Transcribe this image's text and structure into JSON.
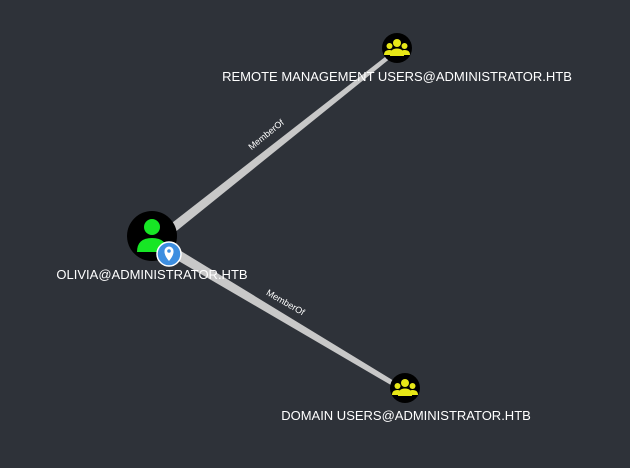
{
  "graph": {
    "nodes": {
      "user": {
        "label": "OLIVIA@ADMINISTRATOR.HTB",
        "type": "user",
        "icon": "user-icon",
        "badge_icon": "map-marker-icon",
        "circle_color": "#000000",
        "icon_color": "#17e625",
        "badge_color": "#3d8ee0"
      },
      "group_rm": {
        "label": "REMOTE MANAGEMENT USERS@ADMINISTRATOR.HTB",
        "type": "group",
        "icon": "users-group-icon",
        "circle_color": "#000000",
        "icon_color": "#e8e817"
      },
      "group_domain": {
        "label": "DOMAIN USERS@ADMINISTRATOR.HTB",
        "type": "group",
        "icon": "users-group-icon",
        "circle_color": "#000000",
        "icon_color": "#e8e817"
      }
    },
    "edges": [
      {
        "from": "user",
        "to": "group_rm",
        "label": "MemberOf"
      },
      {
        "from": "user",
        "to": "group_domain",
        "label": "MemberOf"
      }
    ],
    "colors": {
      "background": "#2e3239",
      "edge": "#c8c8c8",
      "label": "#ffffff"
    }
  }
}
